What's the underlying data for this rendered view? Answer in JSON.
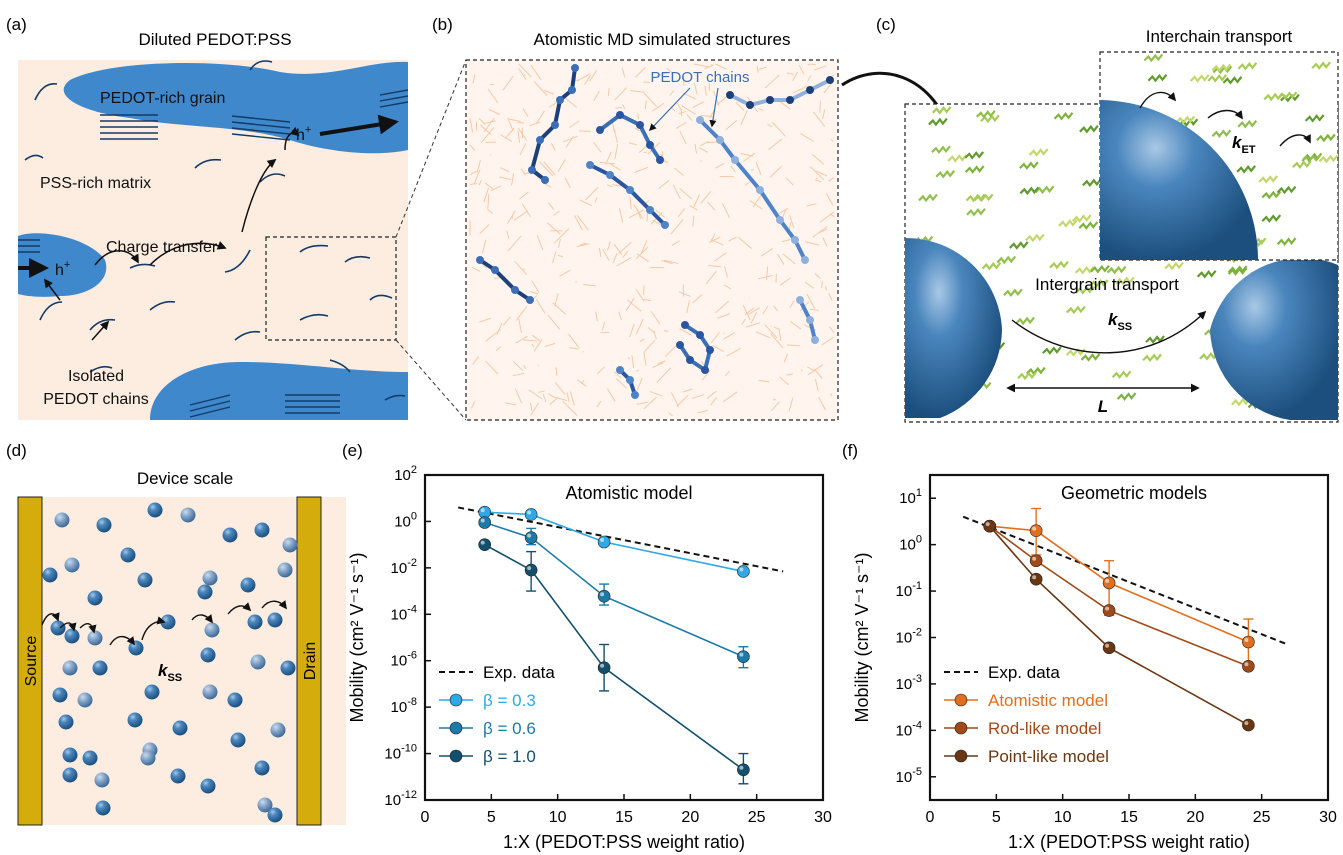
{
  "panels": {
    "a": {
      "tag": "(a)",
      "title": "Diluted PEDOT:PSS",
      "grain_label": "PEDOT-rich grain",
      "matrix_label": "PSS-rich matrix",
      "charge_transfer": "Charge transfer",
      "hole": "h",
      "hole_sup": "+",
      "isolated_1": "Isolated",
      "isolated_2": "PEDOT chains"
    },
    "b": {
      "tag": "(b)",
      "title": "Atomistic MD simulated structures",
      "chains_label": "PEDOT chains"
    },
    "c": {
      "tag": "(c)",
      "interchain": "Interchain transport",
      "intergrain": "Intergrain transport",
      "k": "k",
      "k_et_sub": "ET",
      "k_ss_sub": "SS",
      "L": "L"
    },
    "d": {
      "tag": "(d)",
      "title": "Device scale",
      "source": "Source",
      "drain": "Drain",
      "k": "k",
      "k_sub": "SS"
    },
    "e": {
      "tag": "(e)"
    },
    "f": {
      "tag": "(f)"
    }
  },
  "colors": {
    "background_matrix": "#fdece0",
    "grain_blue": "#3f88cc",
    "electrode": "#d4ad0c",
    "beta03": "#2fa8e8",
    "beta06": "#1d7aa8",
    "beta10": "#13506e",
    "atomistic": "#e0701f",
    "rodlike": "#a04a1a",
    "pointlike": "#6b3612"
  },
  "chart_data": [
    {
      "type": "line",
      "title": "Atomistic model",
      "xlabel": "1:X (PEDOT:PSS weight ratio)",
      "ylabel": "Mobility (cm² V⁻¹ s⁻¹)",
      "xlim": [
        0,
        30
      ],
      "ylim_log10": [
        -12,
        2
      ],
      "y_scale": "log",
      "x_ticks": [
        "0",
        "5",
        "10",
        "15",
        "20",
        "25",
        "30"
      ],
      "y_tick_exponents": [
        2,
        0,
        -2,
        -4,
        -6,
        -8,
        -10,
        -12
      ],
      "y_tick_base": "10",
      "legend_placement": "bottom-left",
      "reference_line": {
        "name": "Exp. data",
        "x": [
          2.5,
          27
        ],
        "y": [
          4,
          0.007
        ]
      },
      "x": [
        4.5,
        8,
        13.5,
        24
      ],
      "series": [
        {
          "name": "β = 0.3",
          "y": [
            2.5,
            2,
            0.13,
            0.007
          ],
          "err_low": [
            2.5,
            2,
            0.13,
            0.007
          ],
          "err_high": [
            2.5,
            2,
            0.13,
            0.007
          ]
        },
        {
          "name": "β = 0.6",
          "y": [
            0.9,
            0.2,
            0.0006,
            1.5e-06
          ],
          "err_low": [
            0.9,
            0.1,
            0.00025,
            5e-07
          ],
          "err_high": [
            0.9,
            0.5,
            0.002,
            4e-06
          ]
        },
        {
          "name": "β = 1.0",
          "y": [
            0.1,
            0.008,
            5e-07,
            2e-11
          ],
          "err_low": [
            0.1,
            0.001,
            5e-08,
            5e-12
          ],
          "err_high": [
            0.1,
            0.05,
            5e-06,
            1e-10
          ]
        }
      ]
    },
    {
      "type": "line",
      "title": "Geometric models",
      "xlabel": "1:X (PEDOT:PSS weight ratio)",
      "ylabel": "Mobility (cm² V⁻¹ s⁻¹)",
      "xlim": [
        0,
        30
      ],
      "ylim_log10": [
        -5.5,
        1.5
      ],
      "y_scale": "log",
      "x_ticks": [
        "0",
        "5",
        "10",
        "15",
        "20",
        "25",
        "30"
      ],
      "y_tick_exponents": [
        1,
        0,
        -1,
        -2,
        -3,
        -4,
        -5
      ],
      "y_tick_base": "10",
      "legend_placement": "bottom-left",
      "reference_line": {
        "name": "Exp. data",
        "x": [
          2.5,
          27
        ],
        "y": [
          4,
          0.007
        ]
      },
      "x": [
        4.5,
        8,
        13.5,
        24
      ],
      "series": [
        {
          "name": "Atomistic model",
          "y": [
            2.5,
            2,
            0.15,
            0.008
          ],
          "err_low": [
            2.5,
            0.6,
            0.03,
            0.0025
          ],
          "err_high": [
            2.5,
            6,
            0.45,
            0.025
          ]
        },
        {
          "name": "Rod-like model",
          "y": [
            2.5,
            0.45,
            0.038,
            0.0024
          ],
          "err_low": [
            2.5,
            0.45,
            0.038,
            0.0024
          ],
          "err_high": [
            2.5,
            0.45,
            0.038,
            0.0024
          ]
        },
        {
          "name": "Point-like model",
          "y": [
            2.5,
            0.18,
            0.006,
            0.00013
          ],
          "err_low": [
            2.5,
            0.18,
            0.006,
            0.00013
          ],
          "err_high": [
            2.5,
            0.18,
            0.006,
            0.00013
          ]
        }
      ]
    }
  ]
}
